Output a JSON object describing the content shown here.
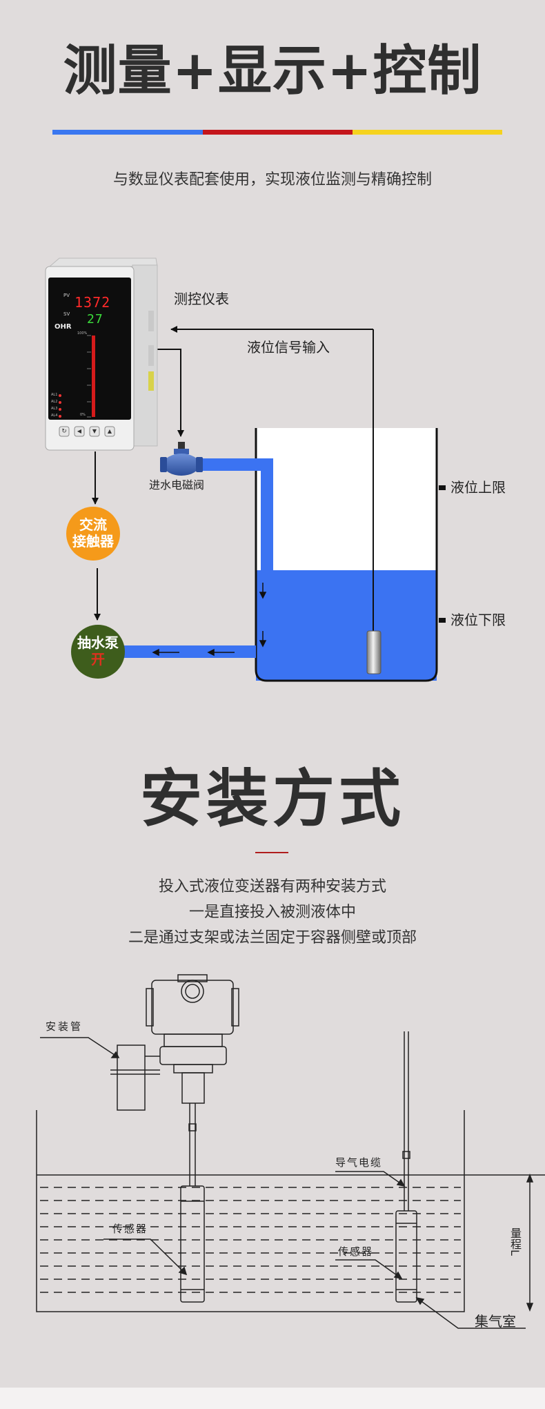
{
  "section1": {
    "title": "测量+显示+控制",
    "subtitle": "与数显仪表配套使用，实现液位监测与精确控制",
    "colors": {
      "blue": "#3a77f0",
      "red": "#c4161c",
      "yellow": "#f5d21e",
      "water": "#3b73f2"
    },
    "labels": {
      "instrument": "测控仪表",
      "signal_input": "液位信号输入",
      "inlet_valve": "进水电磁阀",
      "upper_limit": "液位上限",
      "lower_limit": "液位下限"
    },
    "contactor": {
      "line1": "交流",
      "line2": "接触器"
    },
    "pump": {
      "line1": "抽水泵",
      "line2": "开"
    },
    "meter": {
      "pv_label": "PV",
      "sv_label": "SV",
      "pv_value": "1372",
      "sv_value": "27",
      "brand": "OHR",
      "scale_top": "100%",
      "scale_bottom": "0%",
      "alarms": [
        "AL1",
        "AL2",
        "AL3",
        "AL4"
      ],
      "button_icons": [
        "set-icon",
        "left-arrow-icon",
        "down-arrow-icon",
        "up-arrow-icon"
      ]
    }
  },
  "section2": {
    "title": "安装方式",
    "desc_lines": [
      "投入式液位变送器有两种安装方式",
      "一是直接投入被测液体中",
      "二是通过支架或法兰固定于容器侧壁或顶部"
    ],
    "labels": {
      "install_pipe": "安装管",
      "sensor_left": "传感器",
      "air_cable": "导气电缆",
      "sensor_right": "传感器",
      "range": "量程L",
      "air_chamber": "集气室"
    }
  }
}
